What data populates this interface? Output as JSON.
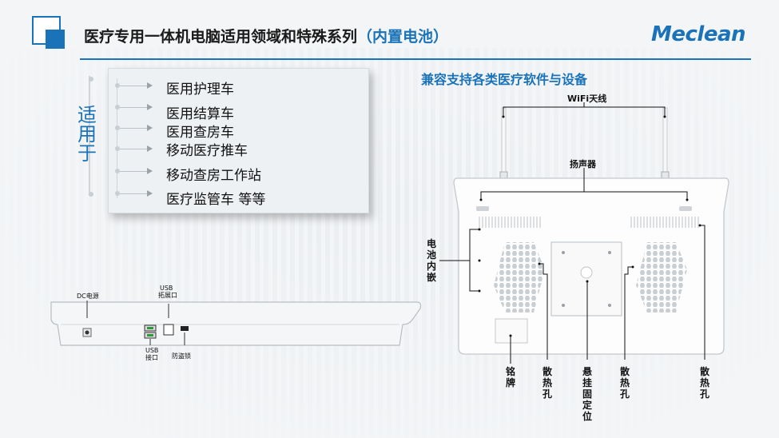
{
  "header": {
    "title_main": "医疗专用一体机电脑适用领域和特殊系列",
    "title_paren": "（内置电池）",
    "brand": "Meclean"
  },
  "applications": {
    "vertical_title": "适用于",
    "items": [
      "医用护理车",
      "医用结算车",
      "医用查房车",
      "移动医疗推车",
      "移动查房工作站",
      "医疗监管车  等等"
    ]
  },
  "compat": {
    "title": "兼容支持各类医疗软件与设备"
  },
  "back_labels": {
    "wifi": "WiFi天线",
    "speaker": "扬声器",
    "battery": "电池内嵌",
    "nameplate": "铭牌",
    "vent_left": "散热孔",
    "mount": "悬挂固定位",
    "vent_mid": "散热孔",
    "vent_right": "散热孔"
  },
  "side_labels": {
    "dc": "DC电源",
    "usb_expand_1": "USB",
    "usb_expand_2": "拓展口",
    "usb_port_1": "USB",
    "usb_port_2": "接口",
    "lock": "防盗锁"
  }
}
